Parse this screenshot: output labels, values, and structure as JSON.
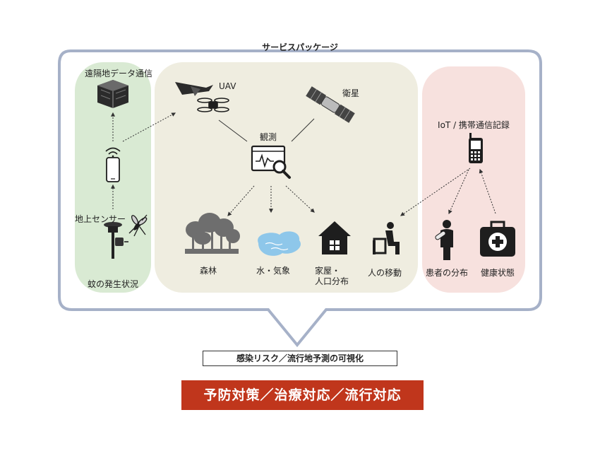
{
  "package_title": "サービスパッケージ",
  "labels": {
    "remote_comm": "遠隔地データ通信",
    "ground_sensor": "地上センサー",
    "mosquito_status": "蚊の発生状況",
    "uav": "UAV",
    "satellite": "衛星",
    "observation": "観測",
    "forest": "森林",
    "water_weather": "水・気象",
    "housing_line1": "家屋・",
    "housing_line2": "人口分布",
    "human_movement": "人の移動",
    "iot_mobile": "IoT / 携帯通信記録",
    "patient_distribution": "患者の分布",
    "health_status": "健康状態"
  },
  "visualization_label": "感染リスク／流行地予測の可視化",
  "action_label": "予防対策／治療対応／流行対応",
  "colors": {
    "frame": "#a6b1c8",
    "green_panel": "#d9ead3",
    "beige_panel": "#efede0",
    "pink_panel": "#f7e1de",
    "action_bg": "#c0361c",
    "water": "#8ec7ea",
    "icon": "#1e1e1e"
  },
  "icons": [
    "satellite-module-icon",
    "smartphone-icon",
    "wifi-icon",
    "sensor-pole-icon",
    "mosquito-icon",
    "drone-icon",
    "uav-plane-icon",
    "satellite-icon",
    "monitor-magnifier-icon",
    "forest-icon",
    "water-icon",
    "house-icon",
    "person-sitting-icon",
    "mobile-phone-icon",
    "patient-icon",
    "medical-kit-icon"
  ]
}
